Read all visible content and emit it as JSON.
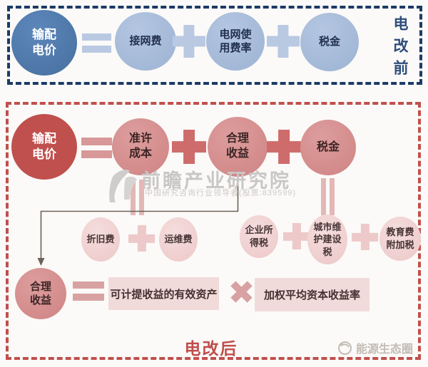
{
  "before_box": {
    "label": "电改前",
    "result": "输配\n电价",
    "terms": [
      "接网费",
      "电网使\n用费率",
      "税金"
    ]
  },
  "after_box": {
    "label": "电改后",
    "result": "输配\n电价",
    "terms": [
      "准许\n成本",
      "合理\n收益",
      "税金"
    ],
    "cost_items": [
      "折旧费",
      "运维费"
    ],
    "tax_items": [
      "企业所\n得税",
      "城市维\n护建设\n税",
      "教育费\n附加税"
    ],
    "income": {
      "result": "合理\n收益",
      "asset": "可计提收益的有效资产",
      "rate": "加权平均资本收益率"
    }
  },
  "watermark": {
    "title": "前瞻产业研究院",
    "subtitle": "中国研究咨询行业领导者(股票:839599)"
  },
  "brand": {
    "name": "能源生态圈"
  },
  "icons": {
    "equals": "two-horizontal-bars",
    "plus": "cross-bars",
    "multiply": "rotated-cross",
    "link": "double-vertical-bar",
    "arrow": "elbow-arrow-down"
  },
  "colors": {
    "before_dark": "#4a76ae",
    "before_light": "#a6bbd9",
    "before_operator": "#bac9e2",
    "before_border": "#1c3a66",
    "after_dark": "#c0504d",
    "after_rose": "#d68e8e",
    "after_pale": "#f1d3d3",
    "after_operator": "#ce6c6c",
    "after_border": "#c0504d"
  }
}
